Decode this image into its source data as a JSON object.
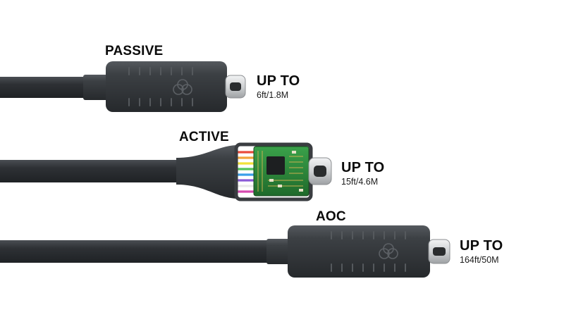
{
  "cables": [
    {
      "type": "PASSIVE",
      "range_prefix": "UP TO",
      "range": "6ft/1.8M"
    },
    {
      "type": "ACTIVE",
      "range_prefix": "UP TO",
      "range": "15ft/4.6M"
    },
    {
      "type": "AOC",
      "range_prefix": "UP TO",
      "range": "164ft/50M"
    }
  ],
  "colors": {
    "cable": "#2c2f33",
    "connector_body": "#3a3d41",
    "metal_plug": "#d9dadc",
    "pcb": "#2e8b3a",
    "text": "#0b0b0b"
  },
  "icons": [
    "brand-logo-icon"
  ]
}
